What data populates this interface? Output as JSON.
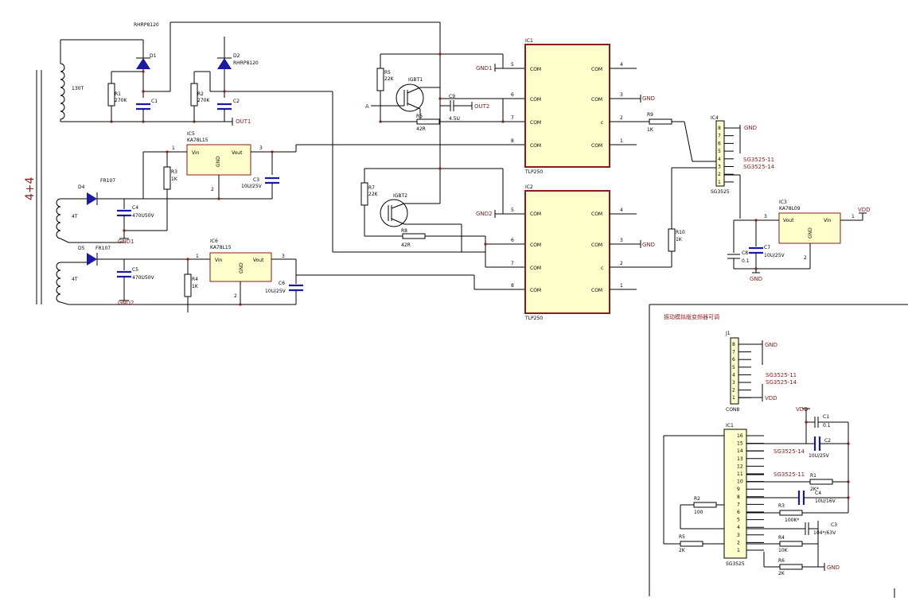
{
  "transformer": {
    "side_label": "4+4",
    "primary_label": "130T",
    "sec1_label": "4T",
    "sec2_label": "4T"
  },
  "top": {
    "d1": {
      "name": "D1",
      "part": "RHRP8120"
    },
    "d2": {
      "name": "D2",
      "part": "RHRP8120"
    },
    "r1": {
      "name": "R1",
      "value": "270K"
    },
    "r2": {
      "name": "R2",
      "value": "270K"
    },
    "c1": "C1",
    "c2": "C2",
    "out1": "OUT1"
  },
  "ic5": {
    "name": "IC5",
    "part": "KA78L15",
    "vin": "Vin",
    "vout": "Vout",
    "gnd": "GND",
    "pin1": "1",
    "pin2": "2",
    "pin3": "3"
  },
  "ic6": {
    "name": "IC6",
    "part": "KA78L15",
    "vin": "Vin",
    "vout": "Vout",
    "gnd": "GND",
    "pin1": "1",
    "pin2": "2",
    "pin3": "3"
  },
  "left": {
    "d4": {
      "name": "D4",
      "part": "FR107"
    },
    "d5": {
      "name": "D5",
      "part": "FR107"
    },
    "r3": {
      "name": "R3",
      "value": "1K"
    },
    "r4": {
      "name": "R4",
      "value": "1K"
    },
    "c3": {
      "name": "C3",
      "value": "10U/25V"
    },
    "c4": {
      "name": "C4",
      "value": "470U50V"
    },
    "c5": {
      "name": "C5",
      "value": "470U50V"
    },
    "c6": {
      "name": "C6",
      "value": "10U/25V"
    },
    "gnd1": "GND1",
    "gnd2": "GND2"
  },
  "igbt": {
    "r5": {
      "name": "R5",
      "value": "22K"
    },
    "r6": {
      "name": "R6",
      "value": "42R"
    },
    "r7": {
      "name": "R7",
      "value": "22K"
    },
    "r8": {
      "name": "R8",
      "value": "42R"
    },
    "q1": "IGBT1",
    "q2": "IGBT2",
    "c9": {
      "name": "C9",
      "value": "4.5U"
    },
    "a": "A",
    "out2": "OUT2",
    "gnd1": "GND1",
    "gnd2": "GND2"
  },
  "ic1": {
    "name": "IC1",
    "part": "TLP250",
    "com": "COM",
    "gnd": "GND",
    "pins_left": [
      "5",
      "6",
      "7",
      "8"
    ],
    "pins_right": [
      "4",
      "3",
      "2",
      "1"
    ]
  },
  "ic2": {
    "name": "IC2",
    "part": "TLP250",
    "com": "COM",
    "gnd": "GND",
    "pins_left": [
      "5",
      "6",
      "7",
      "8"
    ],
    "pins_right": [
      "4",
      "3",
      "2",
      "1"
    ]
  },
  "right": {
    "r9": {
      "name": "R9",
      "value": "1K"
    },
    "r10": {
      "name": "R10",
      "value": "1K"
    },
    "ic4": {
      "name": "IC4",
      "part": "SG3525",
      "pins": [
        "8",
        "7",
        "6",
        "5",
        "4",
        "3",
        "2",
        "1"
      ]
    },
    "net11": "SG3525-11",
    "net14": "SG3525-14",
    "gnd": "GND",
    "ic3": {
      "name": "IC3",
      "part": "KA78L09",
      "vin": "Vin",
      "vout": "Vout",
      "gnd": "GND",
      "pin1": "1",
      "pin2": "2",
      "pin3": "3"
    },
    "vdd": "VDD",
    "c7": {
      "name": "C7",
      "value": "10U/25V"
    },
    "c8": {
      "name": "C8",
      "value": "0.1"
    }
  },
  "inset": {
    "title": "振动模拟版变频器可调",
    "j1": {
      "name": "J1",
      "part": "CON8",
      "pins": [
        "8",
        "7",
        "6",
        "5",
        "4",
        "3",
        "2",
        "1"
      ]
    },
    "gnd": "GND",
    "vdd": "VDD",
    "net11": "SG3525-11",
    "net14": "SG3525-14",
    "ic1": {
      "name": "IC1",
      "part": "SG3525",
      "pins": [
        "16",
        "15",
        "14",
        "13",
        "12",
        "11",
        "10",
        "9",
        "8",
        "7",
        "6",
        "5",
        "4",
        "3",
        "2",
        "1"
      ]
    },
    "c1": {
      "name": "C1",
      "value": "0.1"
    },
    "c2": {
      "name": "C2",
      "value": "10U/25V"
    },
    "c4": {
      "name": "C4",
      "value": "10U/16V"
    },
    "c3": {
      "name": "C3",
      "value": "104*/63V"
    },
    "r1": {
      "name": "R1",
      "value": "2K*"
    },
    "r2": {
      "name": "R2",
      "value": "100"
    },
    "r3": {
      "name": "R3",
      "value": "100K*"
    },
    "r4": {
      "name": "R4",
      "value": "10K"
    },
    "r5": {
      "name": "R5",
      "value": "2K"
    },
    "r6": {
      "name": "R6",
      "value": "2K"
    }
  }
}
